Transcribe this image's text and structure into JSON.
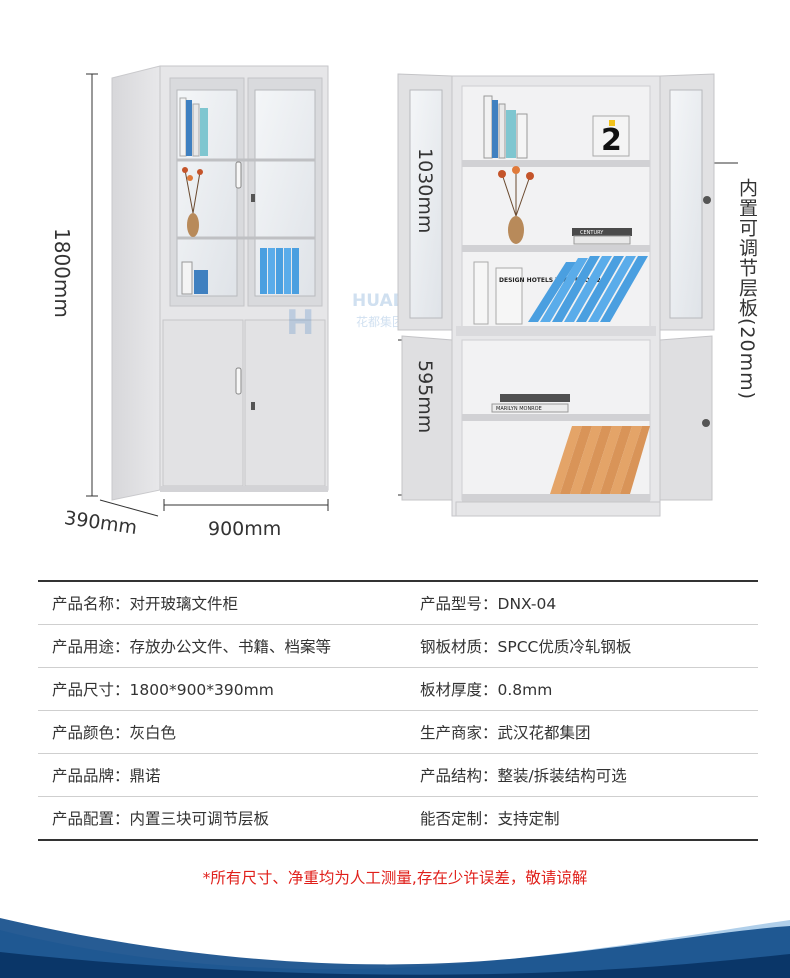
{
  "dimensions": {
    "height": "1800mm",
    "depth": "390mm",
    "width": "900mm",
    "upper_height": "1030mm",
    "lower_height": "595mm",
    "shelf_note": "内置可调节层板(20mm)"
  },
  "watermark": {
    "brand_en": "HUADU",
    "brand_cn": "花都集团"
  },
  "book_labels": {
    "design_hotels": "DESIGN HOTELS YEAR BOOK 20",
    "century": "CENTURY",
    "marilyn": "MARILYN MONROE",
    "number": "2"
  },
  "specs": [
    {
      "label": "产品名称：",
      "value": "对开玻璃文件柜",
      "label2": "产品型号：",
      "value2": "DNX-04"
    },
    {
      "label": "产品用途：",
      "value": "存放办公文件、书籍、档案等",
      "label2": "钢板材质：",
      "value2": "SPCC优质冷轧钢板"
    },
    {
      "label": "产品尺寸：",
      "value": "1800*900*390mm",
      "label2": "板材厚度：",
      "value2": "0.8mm"
    },
    {
      "label": "产品颜色：",
      "value": "灰白色",
      "label2": "生产商家：",
      "value2": "武汉花都集团"
    },
    {
      "label": "产品品牌：",
      "value": "鼎诺",
      "label2": "产品结构：",
      "value2": "整装/拆装结构可选"
    },
    {
      "label": "产品配置：",
      "value": "内置三块可调节层板",
      "label2": "能否定制：",
      "value2": "支持定制"
    }
  ],
  "note": "*所有尺寸、净重均为人工测量,存在少许误差，敬请谅解",
  "colors": {
    "cabinet": "#e4e4e6",
    "cabinet_dark": "#c8c8cc",
    "binder_blue": "#4a9fe0",
    "book_orange": "#e4a468",
    "wave_dark": "#0f4a88",
    "wave_light": "#6fa8d8",
    "note_red": "#e0201b"
  }
}
